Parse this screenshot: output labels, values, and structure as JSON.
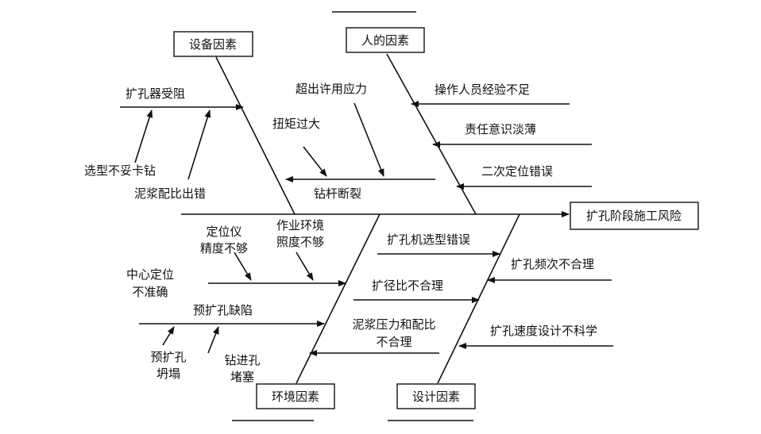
{
  "effect": "扩孔阶段施工风险",
  "categories": {
    "equipment": "设备因素",
    "human": "人的因素",
    "environment": "环境因素",
    "design": "设计因素"
  },
  "causes": {
    "reamer_blocked": "扩孔器受阻",
    "wrong_model_stuck": "选型不妥卡钻",
    "mud_ratio_error": "泥浆配比出错",
    "excess_stress": "超出许用应力",
    "excess_torque": "扭矩过大",
    "drill_rod_break": "钻杆断裂",
    "lack_experience": "操作人员经验不足",
    "weak_responsibility": "责任意识淡薄",
    "reposition_error": "二次定位错误",
    "locator_precision": [
      "定位仪",
      "精度不够"
    ],
    "work_light": [
      "作业环境",
      "照度不够"
    ],
    "center_position": [
      "中心定位",
      "不准确"
    ],
    "pre_ream_defect": "预扩孔缺陷",
    "pre_ream_collapse": [
      "预扩孔",
      "坍塌"
    ],
    "hole_blocked": [
      "钻进孔",
      "堵塞"
    ],
    "reamer_model_error": "扩孔机选型错误",
    "ream_frequency": "扩孔频次不合理",
    "diameter_ratio": "扩径比不合理",
    "mud_pressure": [
      "泥浆压力和配比",
      "不合理"
    ],
    "ream_speed": "扩孔速度设计不科学"
  }
}
